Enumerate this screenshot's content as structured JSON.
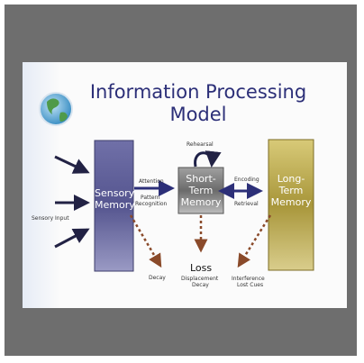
{
  "title": {
    "line1": "Information Processing",
    "line2": "Model"
  },
  "boxes": {
    "sensory": {
      "line1": "Sensory",
      "line2": "Memory"
    },
    "short_term": {
      "line1": "Short-",
      "line2": "Term",
      "line3": "Memory"
    },
    "long_term": {
      "line1": "Long-",
      "line2": "Term",
      "line3": "Memory"
    }
  },
  "labels": {
    "sensory_input": "Sensory Input",
    "attention": "Attention",
    "pattern_line1": "Pattern",
    "pattern_line2": "Recognition",
    "rehearsal": "Rehearsal",
    "encoding": "Encoding",
    "retrieval": "Retrieval",
    "decay": "Decay",
    "loss": "Loss",
    "displacement": "Displacement",
    "decay2": "Decay",
    "interference": "Interference",
    "lost_cues": "Lost Cues"
  },
  "icons": {
    "globe": "globe-icon"
  },
  "colors": {
    "frame": "#6e6e6e",
    "title": "#2c2f78",
    "sensory": "#55558f",
    "short_term": "#6b6b6b",
    "long_term": "#a8963a",
    "dashed_arrow": "#8a4a2a"
  }
}
